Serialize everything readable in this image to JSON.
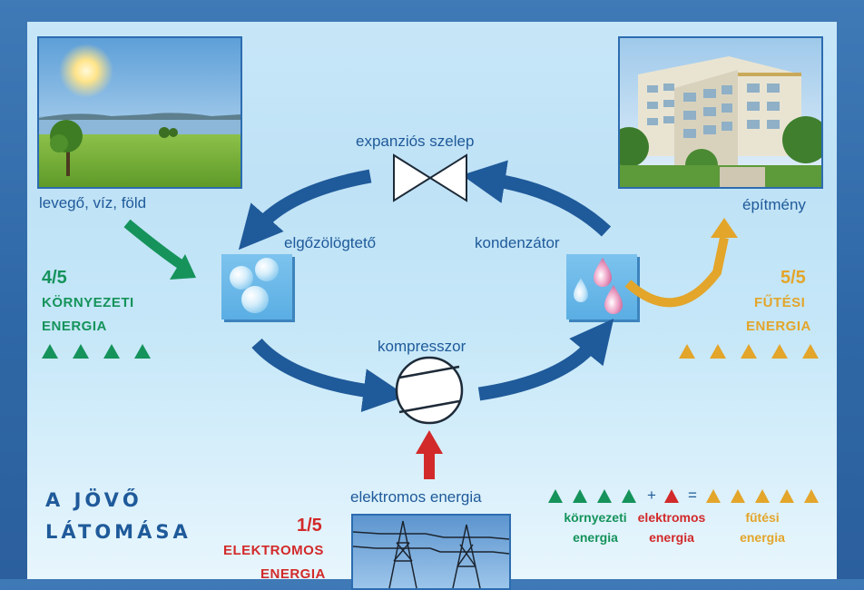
{
  "labels": {
    "source": "levegő, víz, föld",
    "building": "építmény",
    "expansion_valve": "expanziós szelep",
    "evaporator": "elgőzölögtető",
    "condenser": "kondenzátor",
    "compressor": "kompresszor",
    "electric_energy": "elektromos energia"
  },
  "left_block": {
    "fraction": "4/5",
    "line1": "KÖRNYEZETI",
    "line2": "ENERGIA",
    "triangles": 4
  },
  "right_block": {
    "fraction": "5/5",
    "line1": "FŰTÉSI",
    "line2": "ENERGIA",
    "triangles": 5
  },
  "bottom_block": {
    "fraction": "1/5",
    "line1": "ELEKTROMOS",
    "line2": "ENERGIA"
  },
  "future_title": {
    "line1": "A JÖVŐ",
    "line2": "LÁTOMÁSA"
  },
  "legend": {
    "plus": "+",
    "equals": "=",
    "environment": {
      "line1": "környezeti",
      "line2": "energia",
      "count": 4
    },
    "electric": {
      "line1": "elektromos",
      "line2": "energia",
      "count": 1
    },
    "heating": {
      "line1": "fűtési",
      "line2": "energia",
      "count": 5
    }
  },
  "colors": {
    "green": "#15935b",
    "orange": "#e3a52a",
    "red": "#d22a2a",
    "blue_arrow": "#1f5a9a"
  }
}
